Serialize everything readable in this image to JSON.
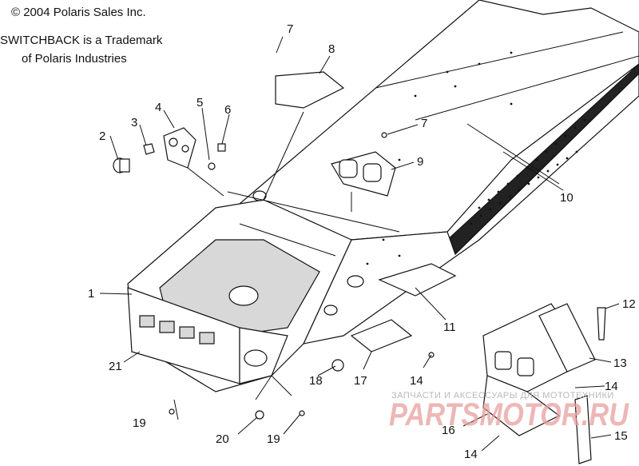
{
  "copyright": {
    "line1": "© 2004 Polaris Sales Inc.",
    "line2": "SWITCHBACK is a Trademark",
    "line3": "of Polaris Industries"
  },
  "callouts": [
    {
      "id": "c1",
      "label": "1"
    },
    {
      "id": "c2",
      "label": "2"
    },
    {
      "id": "c3",
      "label": "3"
    },
    {
      "id": "c4",
      "label": "4"
    },
    {
      "id": "c5",
      "label": "5"
    },
    {
      "id": "c6",
      "label": "6"
    },
    {
      "id": "c7a",
      "label": "7"
    },
    {
      "id": "c7b",
      "label": "7"
    },
    {
      "id": "c8",
      "label": "8"
    },
    {
      "id": "c9",
      "label": "9"
    },
    {
      "id": "c10",
      "label": "10"
    },
    {
      "id": "c11",
      "label": "11"
    },
    {
      "id": "c12",
      "label": "12"
    },
    {
      "id": "c13",
      "label": "13"
    },
    {
      "id": "c14a",
      "label": "14"
    },
    {
      "id": "c14b",
      "label": "14"
    },
    {
      "id": "c14c",
      "label": "14"
    },
    {
      "id": "c15",
      "label": "15"
    },
    {
      "id": "c16",
      "label": "16"
    },
    {
      "id": "c17",
      "label": "17"
    },
    {
      "id": "c18",
      "label": "18"
    },
    {
      "id": "c19a",
      "label": "19"
    },
    {
      "id": "c19b",
      "label": "19"
    },
    {
      "id": "c20",
      "label": "20"
    },
    {
      "id": "c21",
      "label": "21"
    }
  ],
  "watermark": {
    "small": "ЗАПЧАСТИ И АКСЕССУАРЫ ДЛЯ МОТОТЕХНИКИ",
    "big": "PARTSMOTOR.RU"
  }
}
